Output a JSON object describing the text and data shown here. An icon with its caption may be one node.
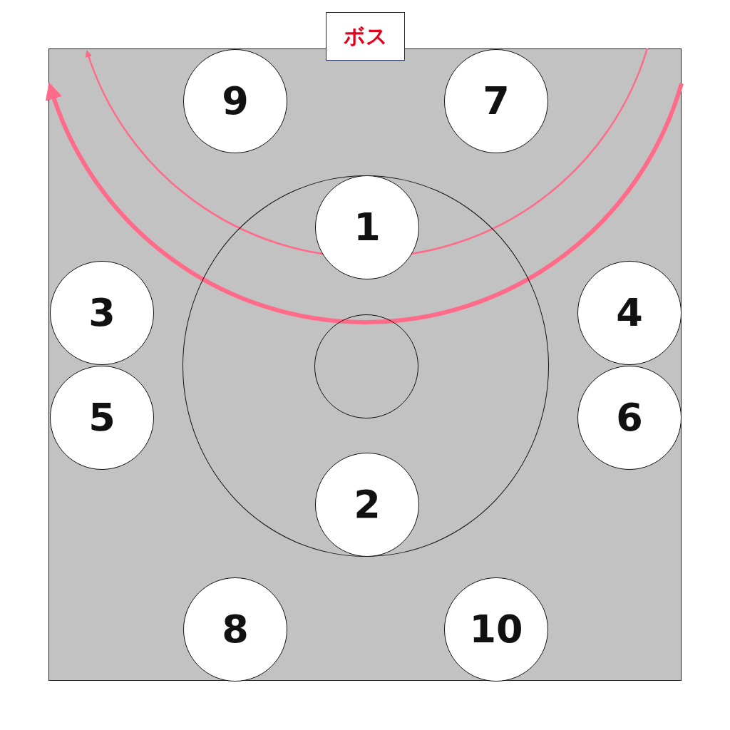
{
  "diagram": {
    "nodes": [
      {
        "text": [
          "ボス"
        ]
      },
      {
        "text": [],
        "shape": "box"
      },
      {
        "text": [
          "9"
        ],
        "in": 1
      },
      {
        "text": [
          "7"
        ],
        "in": 1
      },
      {
        "text": [],
        "shape": "circle",
        "in": 1
      },
      {
        "text": [
          "1"
        ],
        "in": 4
      },
      {
        "text": [
          "3"
        ],
        "in": 1
      },
      {
        "text": [
          "4"
        ],
        "in": 1
      },
      {
        "text": [],
        "shape": "circle",
        "in": 4
      },
      {
        "text": [
          "5"
        ],
        "in": 1
      },
      {
        "text": [
          "6"
        ],
        "in": 1
      },
      {
        "text": [
          "2"
        ],
        "in": 4
      },
      {
        "text": [
          "8"
        ],
        "in": 1
      },
      {
        "text": [
          "10"
        ],
        "in": 1
      }
    ]
  }
}
